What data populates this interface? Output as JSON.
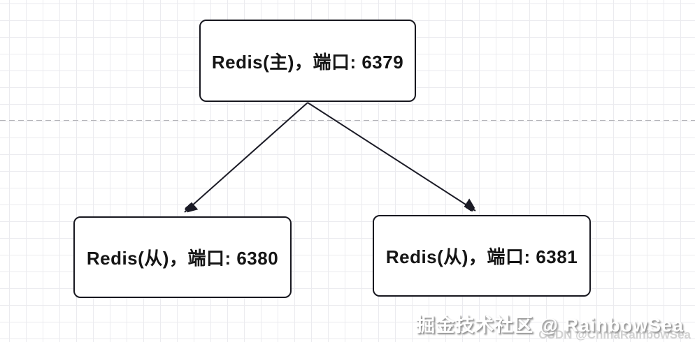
{
  "canvas": {
    "background_color": "#ffffff",
    "grid_line_color": "#ebebef",
    "page_divider_color": "#b4b4b8"
  },
  "diagram": {
    "edge_color": "#1b1b26",
    "node_border_color": "#17171f",
    "node_fill_color": "#ffffff",
    "node_text_color": "#151515",
    "nodes": [
      {
        "id": "redis-master",
        "label": "Redis(主)，端口: 6379"
      },
      {
        "id": "redis-slave-1",
        "label": "Redis(从)，端口: 6380"
      },
      {
        "id": "redis-slave-2",
        "label": "Redis(从)，端口: 6381"
      }
    ],
    "edges": [
      {
        "from": "redis-master",
        "to": "redis-slave-1"
      },
      {
        "from": "redis-master",
        "to": "redis-slave-2"
      }
    ]
  },
  "watermark": {
    "primary": "掘金技术社区 @ RainbowSea",
    "secondary": "CSDN @ChinaRainbowSea"
  }
}
